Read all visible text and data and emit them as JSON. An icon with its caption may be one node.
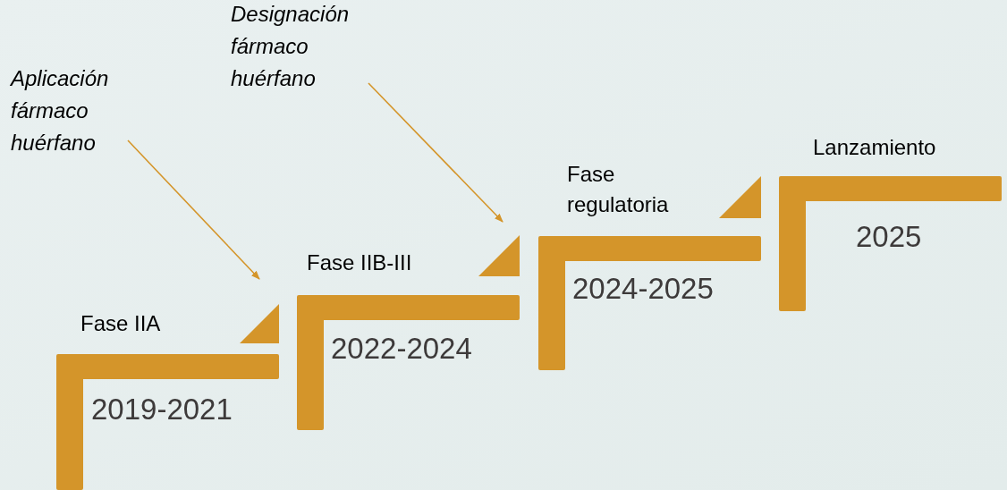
{
  "diagram": {
    "nodes": [
      {
        "text": [
          "Fase IIA",
          "2019-2021"
        ]
      },
      {
        "text": [
          "Fase IIB-III",
          "2022-2024"
        ]
      },
      {
        "text": [
          "Fase regulatoria",
          "2024-2025"
        ]
      },
      {
        "text": [
          "Lanzamiento",
          "2025"
        ]
      },
      {
        "text": [
          "Aplicación fármaco huérfano"
        ]
      },
      {
        "text": [
          "Designación fármaco huérfano"
        ]
      }
    ],
    "edges": [
      {
        "from": 4,
        "to": 0,
        "arrow": "to"
      },
      {
        "from": 5,
        "to": 1,
        "arrow": "to"
      }
    ]
  }
}
